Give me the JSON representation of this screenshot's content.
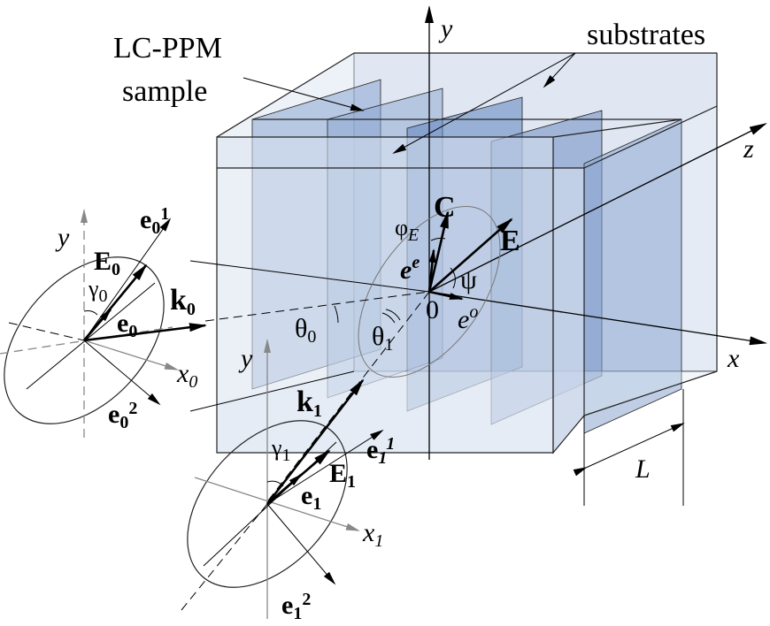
{
  "labels": {
    "sample_line1": "LC-PPM",
    "sample_line2": "sample",
    "substrates": "substrates",
    "axis_y_main": "y",
    "axis_z_main": "z",
    "axis_x_main": "x",
    "vec_C": "C",
    "vec_E": "E",
    "phi_E_sym": "φ",
    "phi_E_sub": "E",
    "ee_base": "e",
    "ee_sup": "e",
    "psi": "ψ",
    "origin": "0",
    "eo_base": "e",
    "eo_sup": "o",
    "theta0_sym": "θ",
    "theta0_sub": "0",
    "theta1_sym": "θ",
    "theta1_sub": "1",
    "length_L": "L",
    "in_y": "y",
    "in_E0_base": "E",
    "in_E0_sub": "0",
    "in_gamma0_sym": "γ",
    "in_gamma0_sub": "0",
    "in_e0_base": "e",
    "in_e0_sub": "0",
    "in_e01_base": "e",
    "in_e01_sub": "0",
    "in_e01_sup": "1",
    "in_k0_base": "k",
    "in_k0_sub": "0",
    "in_x0_base": "x",
    "in_x0_sub": "0",
    "in_e02_base": "e",
    "in_e02_sub": "0",
    "in_e02_sup": "2",
    "out_y": "y",
    "out_k1_base": "k",
    "out_k1_sub": "1",
    "out_gamma1_sym": "γ",
    "out_gamma1_sub": "1",
    "out_E1_base": "E",
    "out_E1_sub": "1",
    "out_e1_base": "e",
    "out_e1_sub": "1",
    "out_e11_base": "e",
    "out_e11_sub": "1",
    "out_e11_sup": "1",
    "out_x1_base": "x",
    "out_x1_sub": "1",
    "out_e12_base": "e",
    "out_e12_sub": "1",
    "out_e12_sup": "2"
  },
  "colors": {
    "slab": "#8aa5cf",
    "slab_dark": "#5f83bd",
    "substrate": "#dbe4f1",
    "outline": "#222222",
    "text": "#000000",
    "gray_axis": "#888888"
  }
}
